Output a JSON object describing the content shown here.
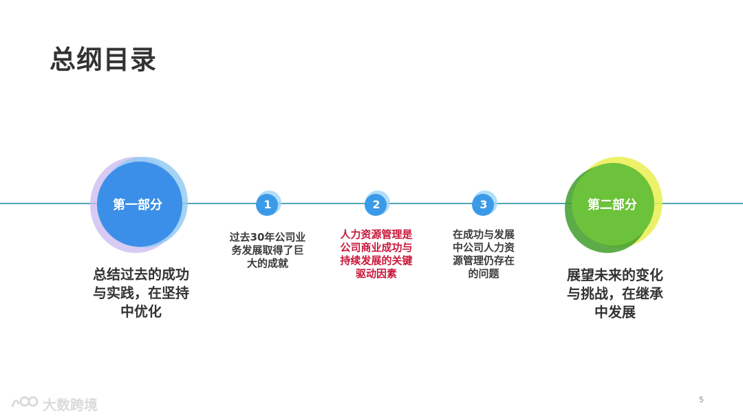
{
  "title": "总纲目录",
  "part1": {
    "label": "第一部分",
    "desc": [
      "总结过去的成功",
      "与实践，在坚持",
      "中优化"
    ]
  },
  "part2": {
    "label": "第二部分",
    "desc": [
      "展望未来的变化",
      "与挑战，在继承",
      "中发展"
    ]
  },
  "nodes": [
    {
      "num": "1",
      "lines": [
        "过去30年公司业",
        "务发展取得了巨",
        "大的成就"
      ],
      "highlight": false
    },
    {
      "num": "2",
      "lines": [
        "人力资源管理是",
        "公司商业成功与",
        "持续发展的关键",
        "驱动因素"
      ],
      "highlight": true
    },
    {
      "num": "3",
      "lines": [
        "在成功与发展",
        "中公司人力资",
        "源管理仍存在",
        "的问题"
      ],
      "highlight": false
    }
  ],
  "colors": {
    "line": "#4fa6b3",
    "blue": "#3b8fe8",
    "green": "#57b52f",
    "highlight": "#c8173a"
  },
  "page_number": "5",
  "watermark": "大数跨境"
}
